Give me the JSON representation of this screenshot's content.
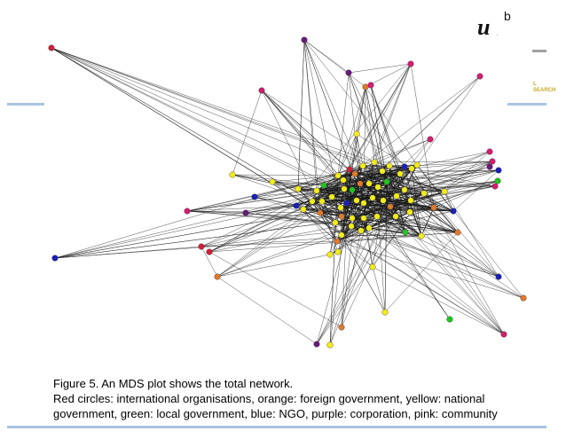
{
  "logo": {
    "main": "u",
    "superscript": "b",
    "sub": "."
  },
  "corner_text": [
    "L",
    "SEARCH"
  ],
  "caption": {
    "line1": "Figure 5. An MDS plot shows the total network.",
    "line2": "Red circles: international organisations,  orange: foreign government,  yellow: national",
    "line3": "government,  green: local government,  blue: NGO,  purple: corporation,  pink: community"
  },
  "colors": {
    "red": "#d0203a",
    "orange": "#e07a2a",
    "yellow": "#f2ec1a",
    "green": "#22c41f",
    "blue": "#1a20b8",
    "purple": "#6a1a7a",
    "pink": "#d41d6f",
    "edge": "#1a1a1a"
  }
}
